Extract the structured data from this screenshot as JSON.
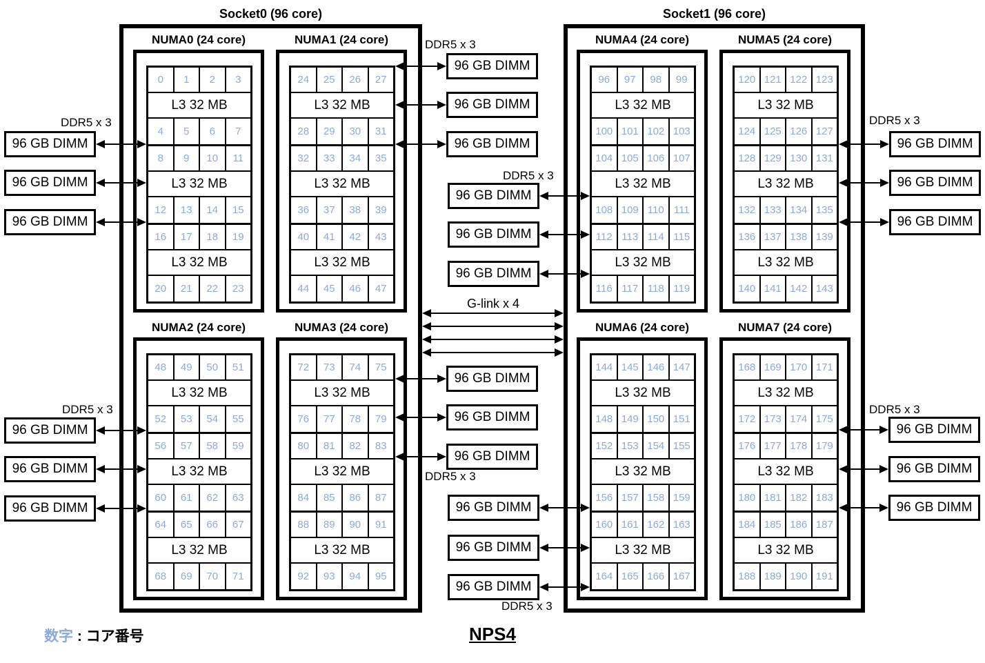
{
  "diagram_title": "NPS4",
  "legend": {
    "term": "数字",
    "separator": " : ",
    "description": "コア番号"
  },
  "glink": {
    "label": "G-link x 4",
    "count": 4
  },
  "memory": {
    "channel_label": "DDR5 x 3",
    "dimm_label": "96 GB DIMM",
    "dimms_per_numa": 3,
    "dimm_capacity": "96 GB"
  },
  "l3_cache_label": "L3 32 MB",
  "colors": {
    "core_number_text": "#8EA9DB",
    "diagram_line": "#000000",
    "background": "#FFFFFF"
  },
  "sockets": [
    {
      "label": "Socket0 (96 core)",
      "numas": [
        {
          "label": "NUMA0 (24 core)",
          "cores": [
            0,
            1,
            2,
            3,
            4,
            5,
            6,
            7,
            8,
            9,
            10,
            11,
            12,
            13,
            14,
            15,
            16,
            17,
            18,
            19,
            20,
            21,
            22,
            23
          ]
        },
        {
          "label": "NUMA1 (24 core)",
          "cores": [
            24,
            25,
            26,
            27,
            28,
            29,
            30,
            31,
            32,
            33,
            34,
            35,
            36,
            37,
            38,
            39,
            40,
            41,
            42,
            43,
            44,
            45,
            46,
            47
          ]
        },
        {
          "label": "NUMA2 (24 core)",
          "cores": [
            48,
            49,
            50,
            51,
            52,
            53,
            54,
            55,
            56,
            57,
            58,
            59,
            60,
            61,
            62,
            63,
            64,
            65,
            66,
            67,
            68,
            69,
            70,
            71
          ]
        },
        {
          "label": "NUMA3 (24 core)",
          "cores": [
            72,
            73,
            74,
            75,
            76,
            77,
            78,
            79,
            80,
            81,
            82,
            83,
            84,
            85,
            86,
            87,
            88,
            89,
            90,
            91,
            92,
            93,
            94,
            95
          ]
        }
      ]
    },
    {
      "label": "Socket1 (96 core)",
      "numas": [
        {
          "label": "NUMA4 (24 core)",
          "cores": [
            96,
            97,
            98,
            99,
            100,
            101,
            102,
            103,
            104,
            105,
            106,
            107,
            108,
            109,
            110,
            111,
            112,
            113,
            114,
            115,
            116,
            117,
            118,
            119
          ]
        },
        {
          "label": "NUMA5 (24 core)",
          "cores": [
            120,
            121,
            122,
            123,
            124,
            125,
            126,
            127,
            128,
            129,
            130,
            131,
            132,
            133,
            134,
            135,
            136,
            137,
            138,
            139,
            140,
            141,
            142,
            143
          ]
        },
        {
          "label": "NUMA6 (24 core)",
          "cores": [
            144,
            145,
            146,
            147,
            148,
            149,
            150,
            151,
            152,
            153,
            154,
            155,
            156,
            157,
            158,
            159,
            160,
            161,
            162,
            163,
            164,
            165,
            166,
            167
          ]
        },
        {
          "label": "NUMA7 (24 core)",
          "cores": [
            168,
            169,
            170,
            171,
            172,
            173,
            174,
            175,
            176,
            177,
            178,
            179,
            180,
            181,
            182,
            183,
            184,
            185,
            186,
            187,
            188,
            189,
            190,
            191
          ]
        }
      ]
    }
  ]
}
